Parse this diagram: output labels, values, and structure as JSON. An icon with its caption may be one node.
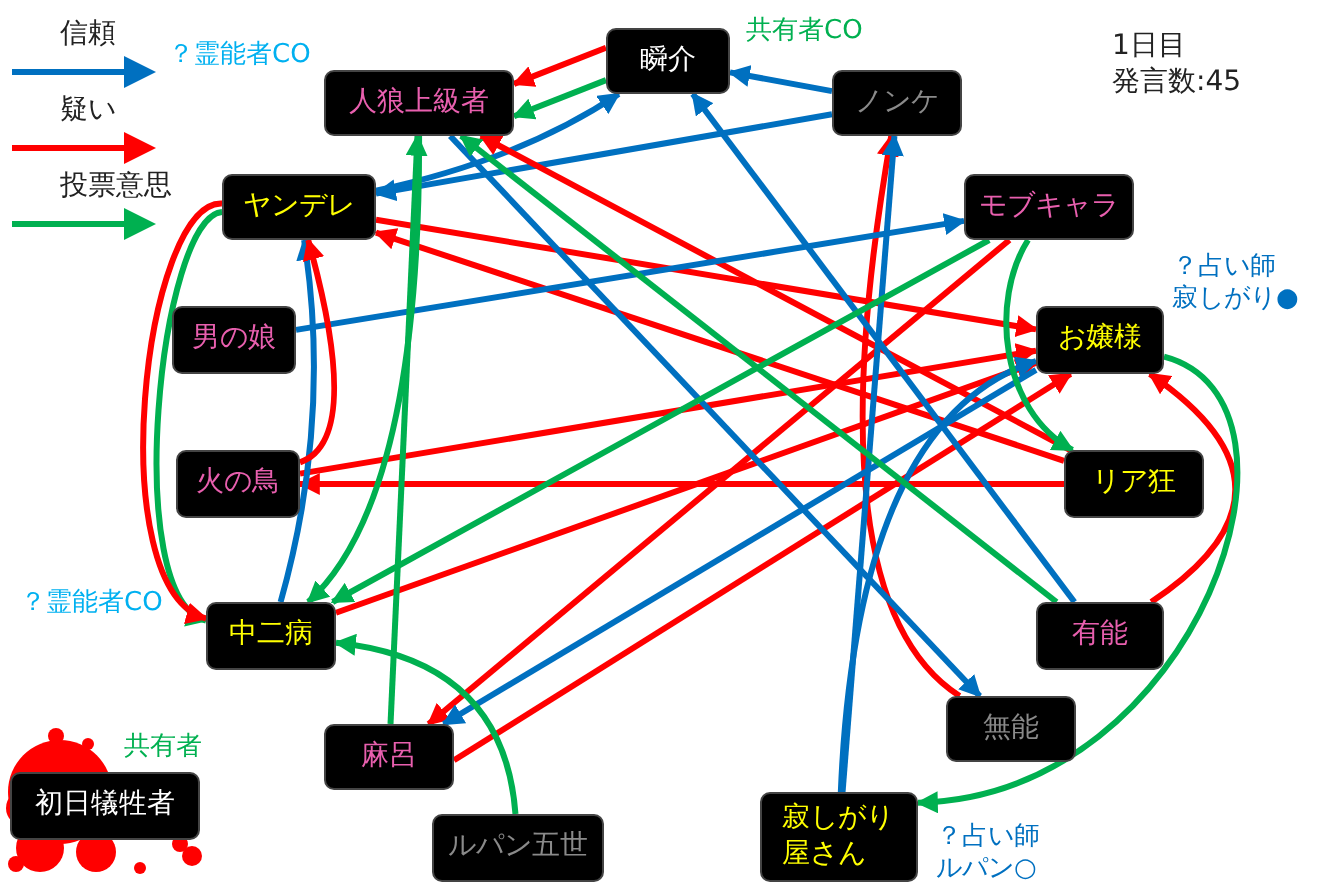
{
  "diagram": {
    "nodes": [
      {
        "text": [
          "人狼上級者"
        ],
        "beside": [
          "？霊能者CO"
        ]
      },
      {
        "text": [
          "瞬介"
        ],
        "beside": [
          "共有者CO"
        ]
      },
      {
        "text": [
          "ノンケ"
        ]
      },
      {
        "text": [
          "ヤンデレ"
        ]
      },
      {
        "text": [
          "モブキャラ"
        ]
      },
      {
        "text": [
          "男の娘"
        ]
      },
      {
        "text": [
          "お嬢様"
        ],
        "beside": [
          "？占い師寂しがり●"
        ]
      },
      {
        "text": [
          "火の鳥"
        ]
      },
      {
        "text": [
          "リア狂"
        ]
      },
      {
        "text": [
          "中二病"
        ],
        "beside": [
          "？霊能者CO"
        ]
      },
      {
        "text": [
          "有能"
        ]
      },
      {
        "text": [
          "麻呂"
        ]
      },
      {
        "text": [
          "無能"
        ]
      },
      {
        "text": [
          "初日犠牲者"
        ],
        "beside": [
          "共有者"
        ]
      },
      {
        "text": [
          "ルパン五世"
        ]
      },
      {
        "text": [
          "寂しがり屋さん"
        ],
        "beside": [
          "？占い師ルパン○"
        ]
      }
    ],
    "edges": [
      {
        "from": 1,
        "to": 0,
        "arrow": "to",
        "color": "#ff0000"
      },
      {
        "from": 1,
        "to": 0,
        "arrow": "to",
        "color": "#00b050"
      },
      {
        "from": 2,
        "to": 1,
        "arrow": "to",
        "color": "#0070c0"
      },
      {
        "from": 2,
        "to": 3,
        "arrow": "to",
        "color": "#0070c0"
      },
      {
        "from": 3,
        "to": 1,
        "arrow": "to",
        "color": "#0070c0"
      },
      {
        "from": 3,
        "to": 6,
        "arrow": "to",
        "color": "#ff0000"
      },
      {
        "from": 8,
        "to": 3,
        "arrow": "to",
        "color": "#ff0000"
      },
      {
        "from": 8,
        "to": 0,
        "arrow": "to",
        "color": "#ff0000"
      },
      {
        "from": 8,
        "to": 7,
        "arrow": "to",
        "color": "#ff0000"
      },
      {
        "from": 4,
        "to": 11,
        "arrow": "to",
        "color": "#ff0000"
      },
      {
        "from": 7,
        "to": 6,
        "arrow": "to",
        "color": "#ff0000"
      },
      {
        "from": 9,
        "to": 6,
        "arrow": "to",
        "color": "#ff0000"
      },
      {
        "from": 11,
        "to": 6,
        "arrow": "to",
        "color": "#ff0000"
      },
      {
        "from": 10,
        "to": 6,
        "arrow": "to",
        "color": "#ff0000"
      },
      {
        "from": 12,
        "to": 2,
        "arrow": "to",
        "color": "#ff0000"
      },
      {
        "from": 15,
        "to": 2,
        "arrow": "to",
        "color": "#0070c0"
      },
      {
        "from": 15,
        "to": 6,
        "arrow": "to",
        "color": "#0070c0"
      },
      {
        "from": 0,
        "to": 12,
        "arrow": "to",
        "color": "#0070c0"
      },
      {
        "from": 10,
        "to": 1,
        "arrow": "to",
        "color": "#0070c0"
      },
      {
        "from": 5,
        "to": 4,
        "arrow": "to",
        "color": "#0070c0"
      },
      {
        "from": 9,
        "to": 3,
        "arrow": "to",
        "color": "#0070c0"
      },
      {
        "from": 6,
        "to": 11,
        "arrow": "to",
        "color": "#0070c0"
      },
      {
        "from": 10,
        "to": 0,
        "arrow": "to",
        "color": "#00b050"
      },
      {
        "from": 11,
        "to": 0,
        "arrow": "to",
        "color": "#00b050"
      },
      {
        "from": 0,
        "to": 9,
        "arrow": "to",
        "color": "#00b050"
      },
      {
        "from": 4,
        "to": 8,
        "arrow": "to",
        "color": "#00b050"
      },
      {
        "from": 4,
        "to": 9,
        "arrow": "to",
        "color": "#00b050"
      },
      {
        "from": 14,
        "to": 9,
        "arrow": "to",
        "color": "#00b050"
      },
      {
        "from": 3,
        "to": 9,
        "arrow": "to",
        "color": "#00b050"
      },
      {
        "from": 3,
        "to": 9,
        "arrow": "to",
        "color": "#ff0000"
      },
      {
        "from": 7,
        "to": 3,
        "arrow": "to",
        "color": "#ff0000"
      },
      {
        "from": 6,
        "to": 15,
        "arrow": "to",
        "color": "#00b050"
      }
    ],
    "labels": [
      "1日目",
      "発言数:45"
    ],
    "legend": [
      {
        "text": "信頼",
        "color": "#0070c0"
      },
      {
        "text": "疑い",
        "color": "#ff0000"
      },
      {
        "text": "投票意思",
        "color": "#00b050"
      }
    ]
  }
}
